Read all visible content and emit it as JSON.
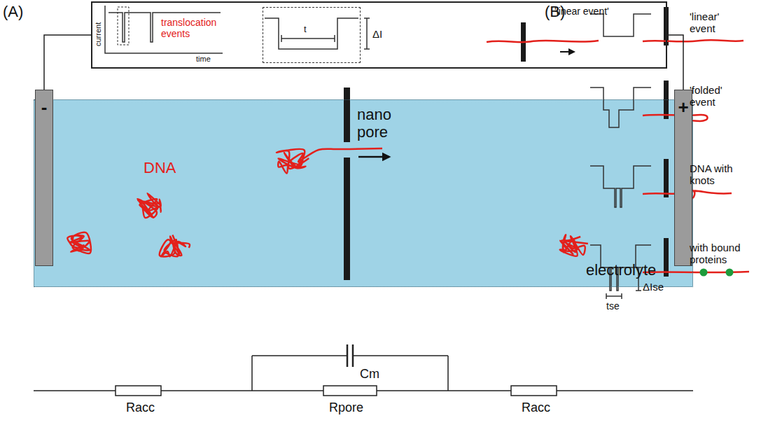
{
  "diagram": {
    "nodes": [
      {
        "text": [
          "current",
          "translocation events",
          "time",
          "ΔI",
          "'linear event'"
        ]
      },
      {
        "text": [
          "t"
        ],
        "in": 0
      },
      {
        "text": [
          "DNA",
          "nano pore",
          "electrolyte"
        ]
      },
      {
        "text": [
          "-"
        ]
      },
      {
        "text": [
          "+"
        ]
      }
    ],
    "edges": [
      {
        "from": 0,
        "to": 3,
        "arrow": "none"
      },
      {
        "from": 0,
        "to": 4,
        "arrow": "none"
      }
    ],
    "labels": [
      "(A)",
      "(B)",
      "Racc",
      "Cm",
      "Rpore",
      "Racc",
      "'linear' event",
      "'folded' event",
      "DNA with knots",
      "with bound proteins",
      "ΔIse",
      "tse"
    ]
  }
}
